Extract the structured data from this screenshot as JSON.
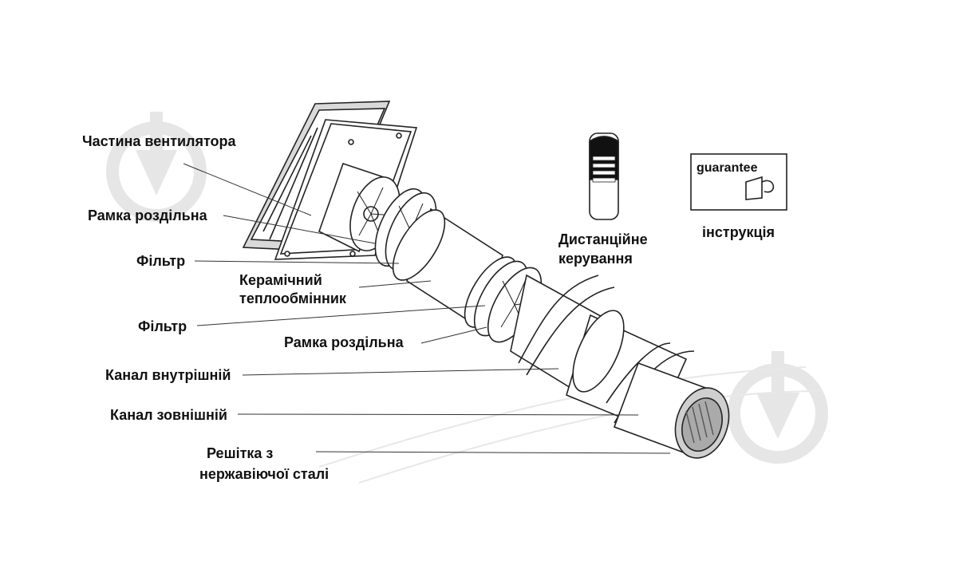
{
  "labels": {
    "fan_part": "Частина вентилятора",
    "frame_1": "Рамка роздільна",
    "filter_1": "Фільтр",
    "ceramic_line1": "Керамічний",
    "ceramic_line2": "теплообмінник",
    "filter_2": "Фільтр",
    "frame_2": "Рамка роздільна",
    "inner_channel": "Канал внутрішній",
    "outer_channel": "Канал зовнішній",
    "grille_line1": "Решітка  з",
    "grille_line2": "нержавіючої сталі",
    "remote_line1": "Дистанційне",
    "remote_line2": "керування",
    "guarantee": "guarantee",
    "manual": "інструкція"
  },
  "colors": {
    "ink": "#111111",
    "line": "#222222",
    "watermark": "#e6e6e6"
  },
  "icons": [
    "watermark-pin-icon",
    "remote-control-icon",
    "guarantee-card-icon"
  ]
}
